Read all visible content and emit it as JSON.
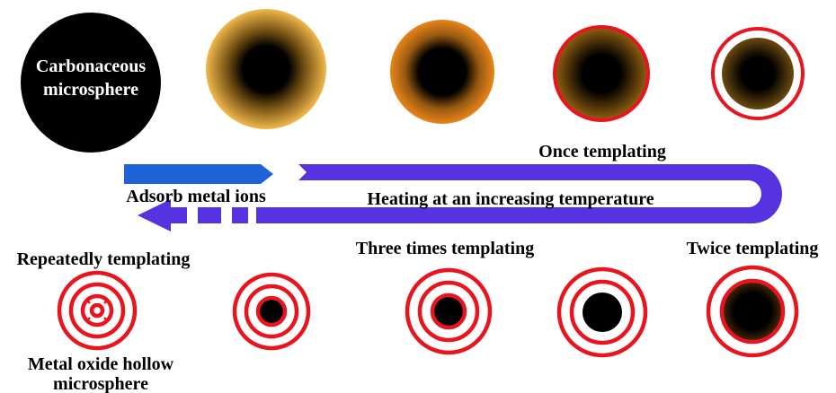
{
  "labels": {
    "core_line1": "Carbonaceous",
    "core_line2": "microsphere",
    "once": "Once templating",
    "adsorb": "Adsorb metal ions",
    "heating": "Heating at an increasing temperature",
    "repeatedly": "Repeatedly templating",
    "three_times": "Three times templating",
    "twice": "Twice templating",
    "product_line1": "Metal oxide hollow",
    "product_line2": "microsphere"
  },
  "colors": {
    "core": "#000000",
    "shell_light": "#f2b84b",
    "shell_dark": "#e8851a",
    "shell_brown": "#8a5a10",
    "ring_red": "#e8141e",
    "arrow_blue": "#1e64d8",
    "arrow_purple": "#5533e0",
    "text": "#000000",
    "text_on_dark": "#ffffff"
  }
}
